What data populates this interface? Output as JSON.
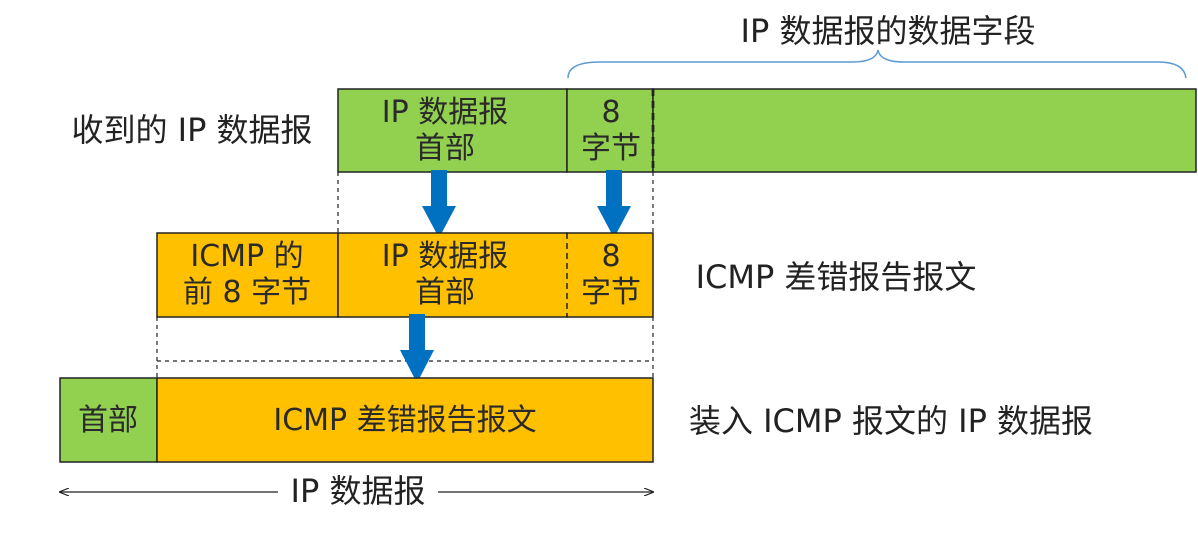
{
  "colors": {
    "green": "#92d050",
    "orange": "#ffc000",
    "arrow": "#0070c0",
    "text": "#222222"
  },
  "labels": {
    "data_field": "IP 数据报的数据字段",
    "received": "收到的 IP 数据报",
    "icmp_message": "ICMP 差错报告报文",
    "packed": "装入 ICMP 报文的 IP 数据报",
    "ip_datagram": "IP 数据报"
  },
  "row1": {
    "header_line1": "IP 数据报",
    "header_line2": "首部",
    "bytes_line1": "8",
    "bytes_line2": "字节"
  },
  "row2": {
    "icmp_line1": "ICMP 的",
    "icmp_line2": "前 8 字节",
    "header_line1": "IP 数据报",
    "header_line2": "首部",
    "bytes_line1": "8",
    "bytes_line2": "字节"
  },
  "row3": {
    "header": "首部",
    "body": "ICMP 差错报告报文"
  }
}
